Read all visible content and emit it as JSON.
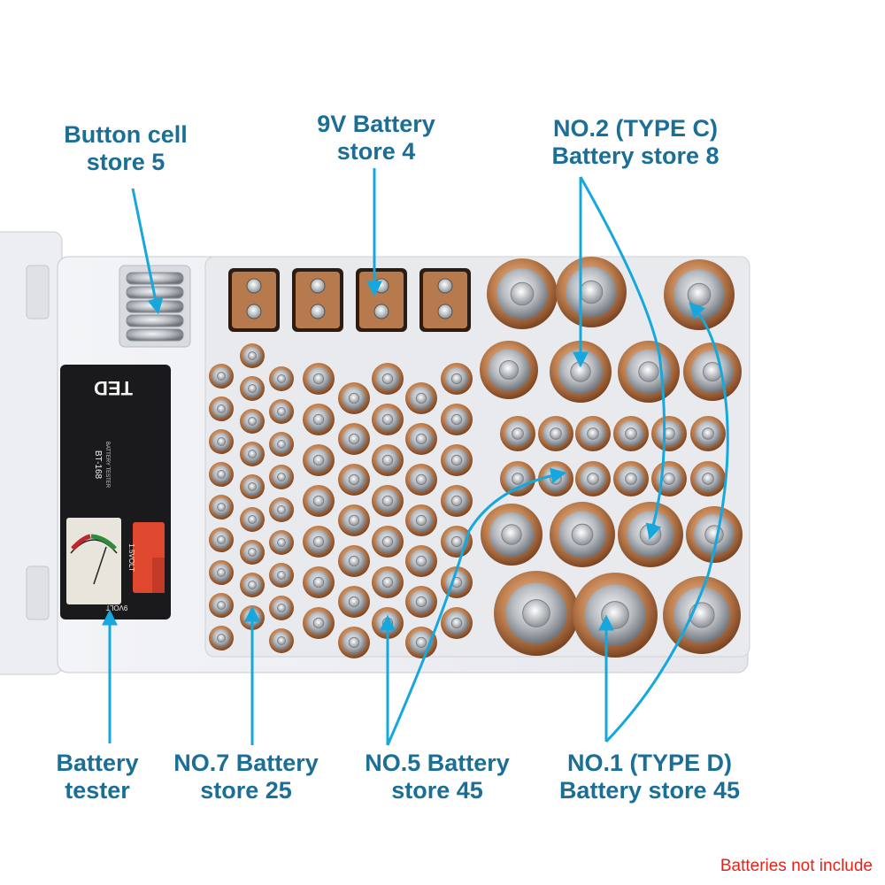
{
  "labels": {
    "button_cell": {
      "line1": "Button cell",
      "line2": "store 5"
    },
    "nine_volt": {
      "line1": "9V Battery",
      "line2": "store 4"
    },
    "type_c": {
      "line1": "NO.2 (TYPE C)",
      "line2": "Battery store 8"
    },
    "tester": {
      "line1": "Battery",
      "line2": "tester"
    },
    "aaa": {
      "line1": "NO.7 Battery",
      "line2": "store 25"
    },
    "aa": {
      "line1": "NO.5 Battery",
      "line2": "store 45"
    },
    "type_d": {
      "line1": "NO.1 (TYPE D)",
      "line2": "Battery store 45"
    }
  },
  "tester_panel": {
    "brand": "TED",
    "model": "BT-168",
    "subtitle": "BATTERY TESTER",
    "voltage_label": "1.5VOLT",
    "bottom_text": "9VOLT"
  },
  "footnote": "Batteries not include",
  "colors": {
    "label_blue": "#1b6f96",
    "arrow_cyan": "#16a8dc",
    "copper": "#b8784a",
    "silver": "#c9ccd0",
    "footnote_red": "#e0251b"
  }
}
